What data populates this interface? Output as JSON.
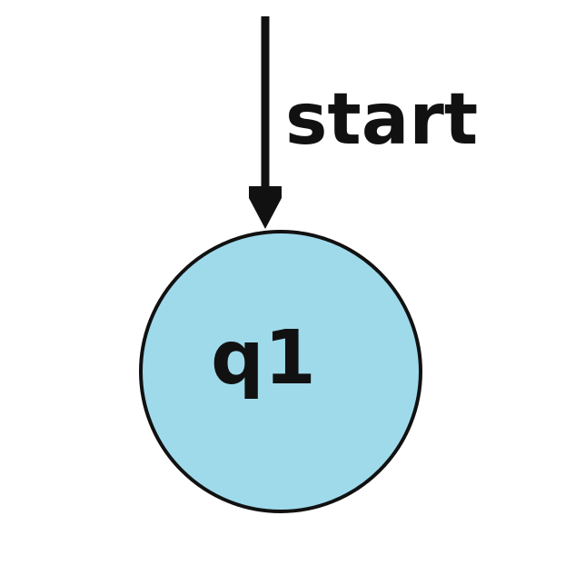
{
  "diagram": {
    "type": "automaton",
    "start_arrow": {
      "label": "start",
      "target": "q1"
    },
    "states": [
      {
        "id": "q1",
        "label": "q1",
        "is_start": true,
        "fill_color": "#9fdaeb",
        "stroke_color": "#111111"
      }
    ],
    "colors": {
      "arrow": "#111111",
      "background": "#ffffff"
    }
  }
}
